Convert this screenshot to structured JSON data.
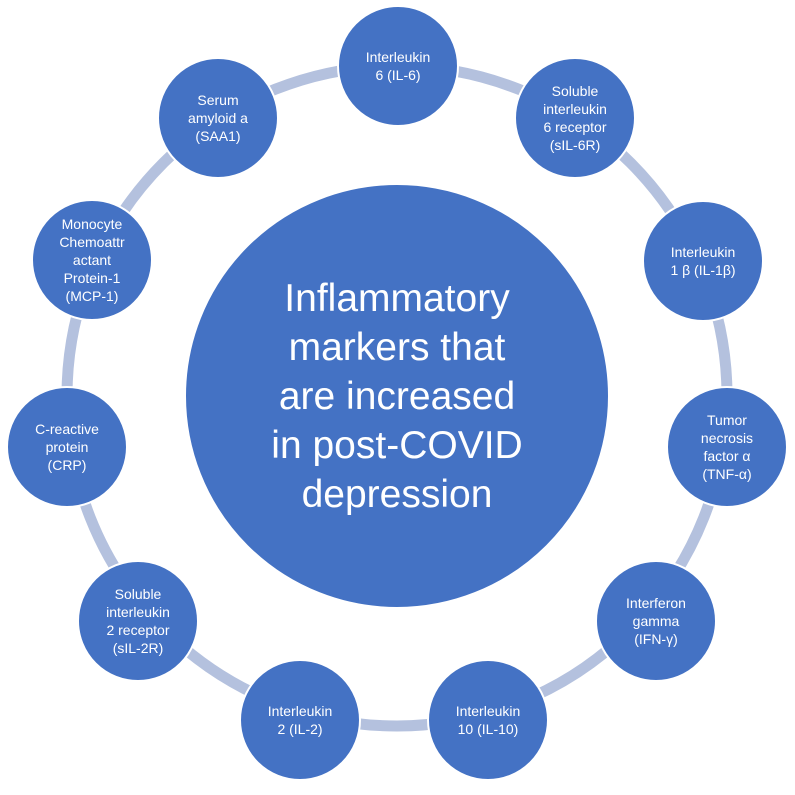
{
  "center": {
    "label": "Inflammatory\nmarkers that\nare increased\nin post-COVID\ndepression"
  },
  "markers": [
    {
      "label": "Interleukin\n6 (IL-6)"
    },
    {
      "label": "Soluble\ninterleukin\n6 receptor\n(sIL-6R)"
    },
    {
      "label": "Interleukin\n1 β (IL-1β)"
    },
    {
      "label": "Tumor\nnecrosis\nfactor α\n(TNF-α)"
    },
    {
      "label": "Interferon\ngamma\n(IFN-γ)"
    },
    {
      "label": "Interleukin\n10 (IL-10)"
    },
    {
      "label": "Interleukin\n2 (IL-2)"
    },
    {
      "label": "Soluble\ninterleukin\n2 receptor\n(sIL-2R)"
    },
    {
      "label": "C-reactive\nprotein\n(CRP)"
    },
    {
      "label": "Monocyte\nChemoattr\nactant\nProtein-1\n(MCP-1)"
    },
    {
      "label": "Serum\namyloid a\n(SAA1)"
    }
  ],
  "colors": {
    "node_fill": "#4472c4",
    "ring": "#b4c1de",
    "text": "#ffffff"
  }
}
